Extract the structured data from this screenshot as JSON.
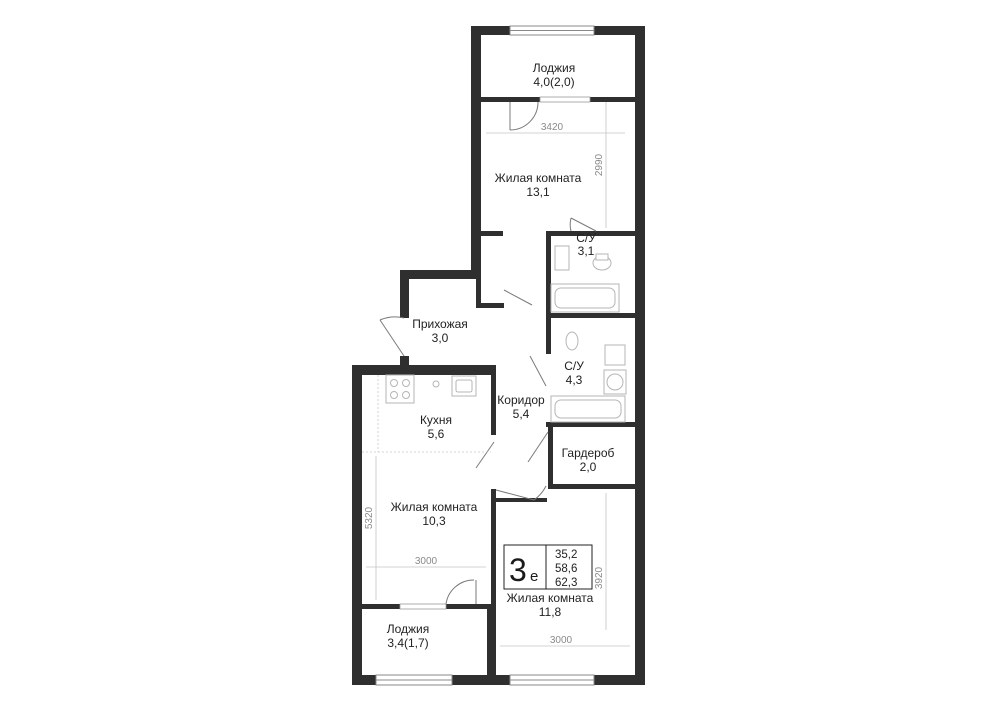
{
  "rooms": {
    "loggia_top": {
      "name": "Лоджия",
      "area": "4,0(2,0)"
    },
    "bedroom_top": {
      "name": "Жилая комната",
      "area": "13,1"
    },
    "bath_1": {
      "name": "С/У",
      "area": "3,1"
    },
    "hallway": {
      "name": "Прихожая",
      "area": "3,0"
    },
    "bath_2": {
      "name": "С/У",
      "area": "4,3"
    },
    "corridor": {
      "name": "Коридор",
      "area": "5,4"
    },
    "kitchen": {
      "name": "Кухня",
      "area": "5,6"
    },
    "wardrobe": {
      "name": "Гардероб",
      "area": "2,0"
    },
    "living_left": {
      "name": "Жилая комната",
      "area": "10,3"
    },
    "bedroom_right": {
      "name": "Жилая комната",
      "area": "11,8"
    },
    "loggia_bottom": {
      "name": "Лоджия",
      "area": "3,4(1,7)"
    }
  },
  "dimensions": {
    "top_width": "3420",
    "top_depth": "2990",
    "left_depth": "5320",
    "left_width": "3000",
    "right_depth": "3920",
    "right_width": "3000"
  },
  "badge": {
    "rooms_count": "3",
    "suffix": "е",
    "living_area": "35,2",
    "total_area": "58,6",
    "total_with_loggia": "62,3"
  }
}
